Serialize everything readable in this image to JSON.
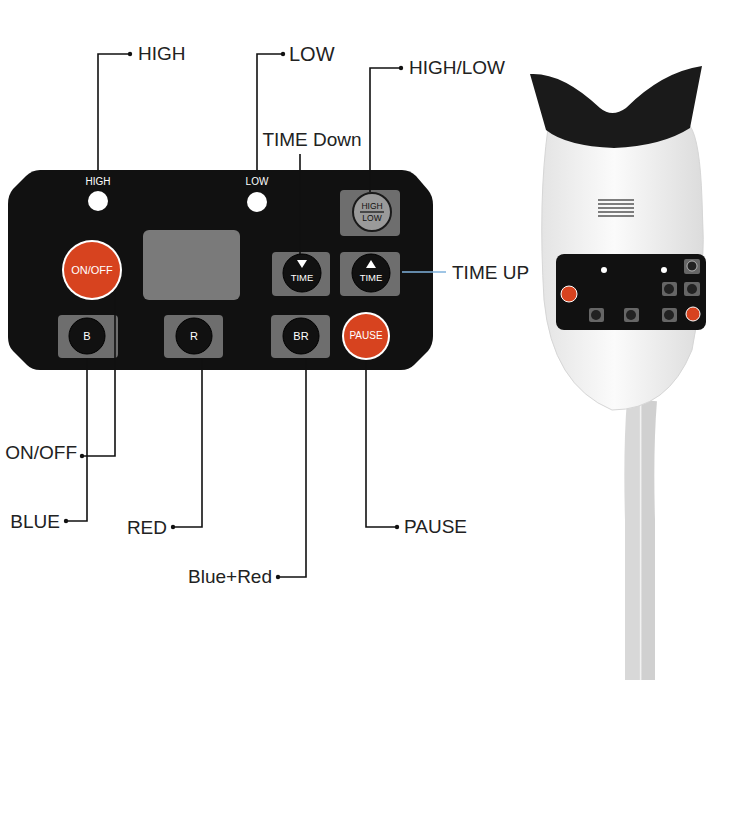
{
  "diagram": {
    "nodes": [
      {
        "text": [
          "HIGH"
        ]
      },
      {
        "text": [
          "LOW"
        ]
      },
      {
        "text": [
          "HIGH",
          "LOW"
        ]
      },
      {
        "text": [
          "ON/OFF"
        ]
      },
      {
        "text": [
          "TIME"
        ]
      },
      {
        "text": [
          "TIME"
        ]
      },
      {
        "text": [
          "B"
        ]
      },
      {
        "text": [
          "R"
        ]
      },
      {
        "text": [
          "BR"
        ]
      },
      {
        "text": [
          "PAUSE"
        ]
      }
    ],
    "labels": [
      "HIGH",
      "LOW",
      "HIGH/LOW",
      "TIME Down",
      "TIME UP",
      "ON/OFF",
      "BLUE",
      "RED",
      "Blue+Red",
      "PAUSE"
    ]
  }
}
